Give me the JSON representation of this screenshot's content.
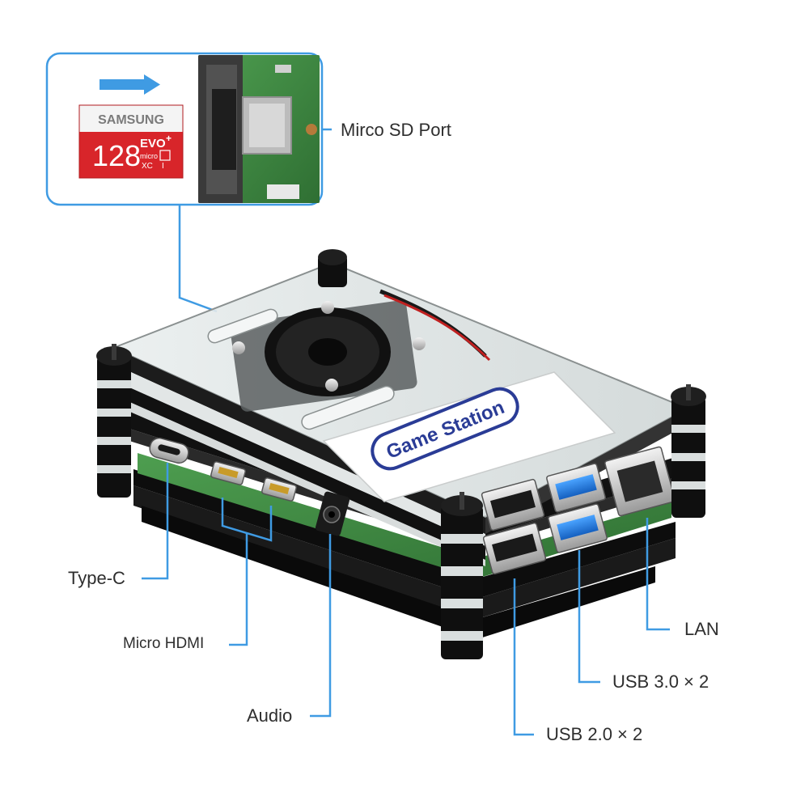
{
  "inset": {
    "card_brand": "SAMSUNG",
    "card_capacity": "128",
    "card_series": "EVO",
    "card_series_plus": "+",
    "card_micro": "micro",
    "card_xc": "XC",
    "card_class": "I"
  },
  "case": {
    "sticker_text": "Game Station"
  },
  "labels": {
    "sd_port": "Mirco SD Port",
    "type_c": "Type-C",
    "micro_hdmi": "Micro HDMI",
    "audio": "Audio",
    "lan": "LAN",
    "usb3": "USB 3.0 × 2",
    "usb2": "USB 2.0 × 2"
  },
  "colors": {
    "callout_line": "#3f9be3",
    "usb3_blue": "#1f78d8",
    "card_red": "#d8252a",
    "pcb_green": "#3c8a3f",
    "case_black": "#111111"
  }
}
